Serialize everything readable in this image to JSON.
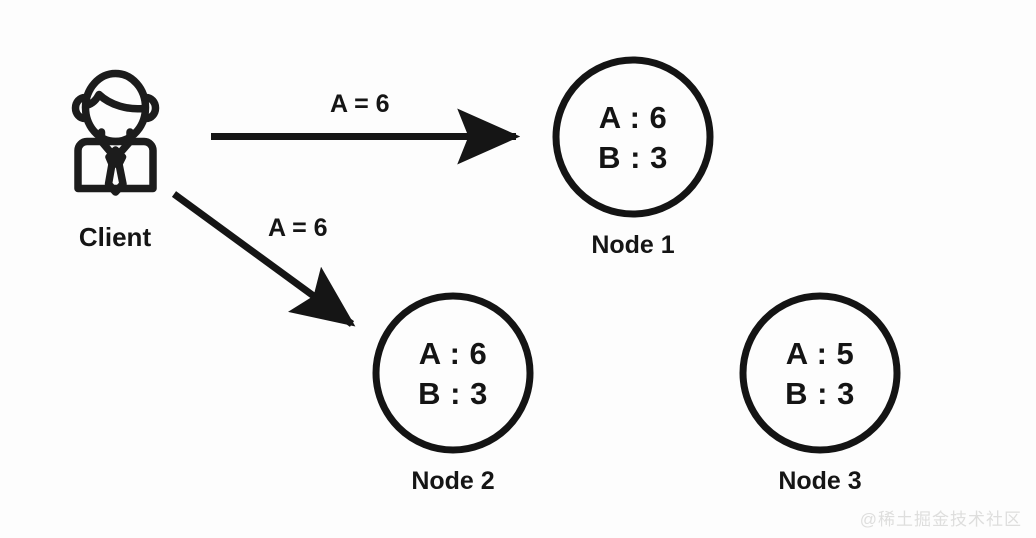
{
  "diagram": {
    "background_color": "#fdfdfd",
    "stroke_color": "#151515",
    "client": {
      "label": "Client",
      "icon": "user-avatar-icon"
    },
    "edges": [
      {
        "label": "A = 6",
        "from": "client",
        "to": "node-1",
        "direction": "horizontal-right"
      },
      {
        "label": "A = 6",
        "from": "client",
        "to": "node-2",
        "direction": "diagonal-down-right"
      }
    ],
    "nodes": [
      {
        "id": "node-1",
        "caption": "Node 1",
        "line1": "A : 6",
        "line2": "B : 3"
      },
      {
        "id": "node-2",
        "caption": "Node 2",
        "line1": "A : 6",
        "line2": "B : 3"
      },
      {
        "id": "node-3",
        "caption": "Node 3",
        "line1": "A : 5",
        "line2": "B : 3"
      }
    ],
    "watermark": "@稀土掘金技术社区"
  }
}
